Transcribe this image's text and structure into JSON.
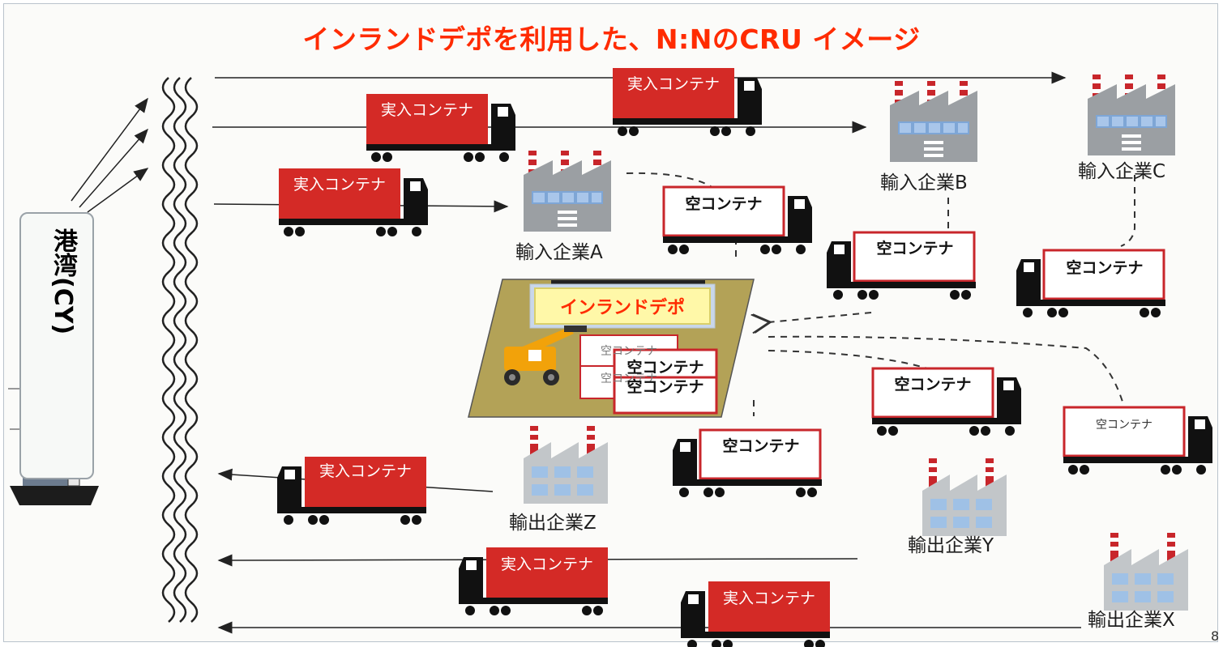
{
  "title": "インランドデポを利用した、N:NのCRU イメージ",
  "port": {
    "label": "港湾(CY)"
  },
  "depot": {
    "label": "インランドデポ",
    "stacked_containers": [
      "空コンテナ",
      "空コンテナ"
    ],
    "faded_containers": [
      "空コンテナ",
      "空コンテナ"
    ]
  },
  "companies": {
    "import_a": "輸入企業A",
    "import_b": "輸入企業B",
    "import_c": "輸入企業C",
    "export_x": "輸出企業X",
    "export_y": "輸出企業Y",
    "export_z": "輸出企業Z"
  },
  "trucks": {
    "t1": "実入コンテナ",
    "t2": "実入コンテナ",
    "t3": "実入コンテナ",
    "t4": "空コンテナ",
    "t5": "空コンテナ",
    "t6": "空コンテナ",
    "t7": "空コンテナ",
    "t8": "空コンテナ",
    "t9": "空コンテナ",
    "t10": "実入コンテナ",
    "t11": "実入コンテナ",
    "t12": "実入コンテナ"
  },
  "page_number": "8",
  "colors": {
    "title": "#ff2b00",
    "loaded_container": "#d42a26",
    "empty_container_border": "#c8262b",
    "depot_label_bg": "#fff8a8",
    "depot_ground": "#b3a257",
    "crane": "#f2a20a"
  }
}
